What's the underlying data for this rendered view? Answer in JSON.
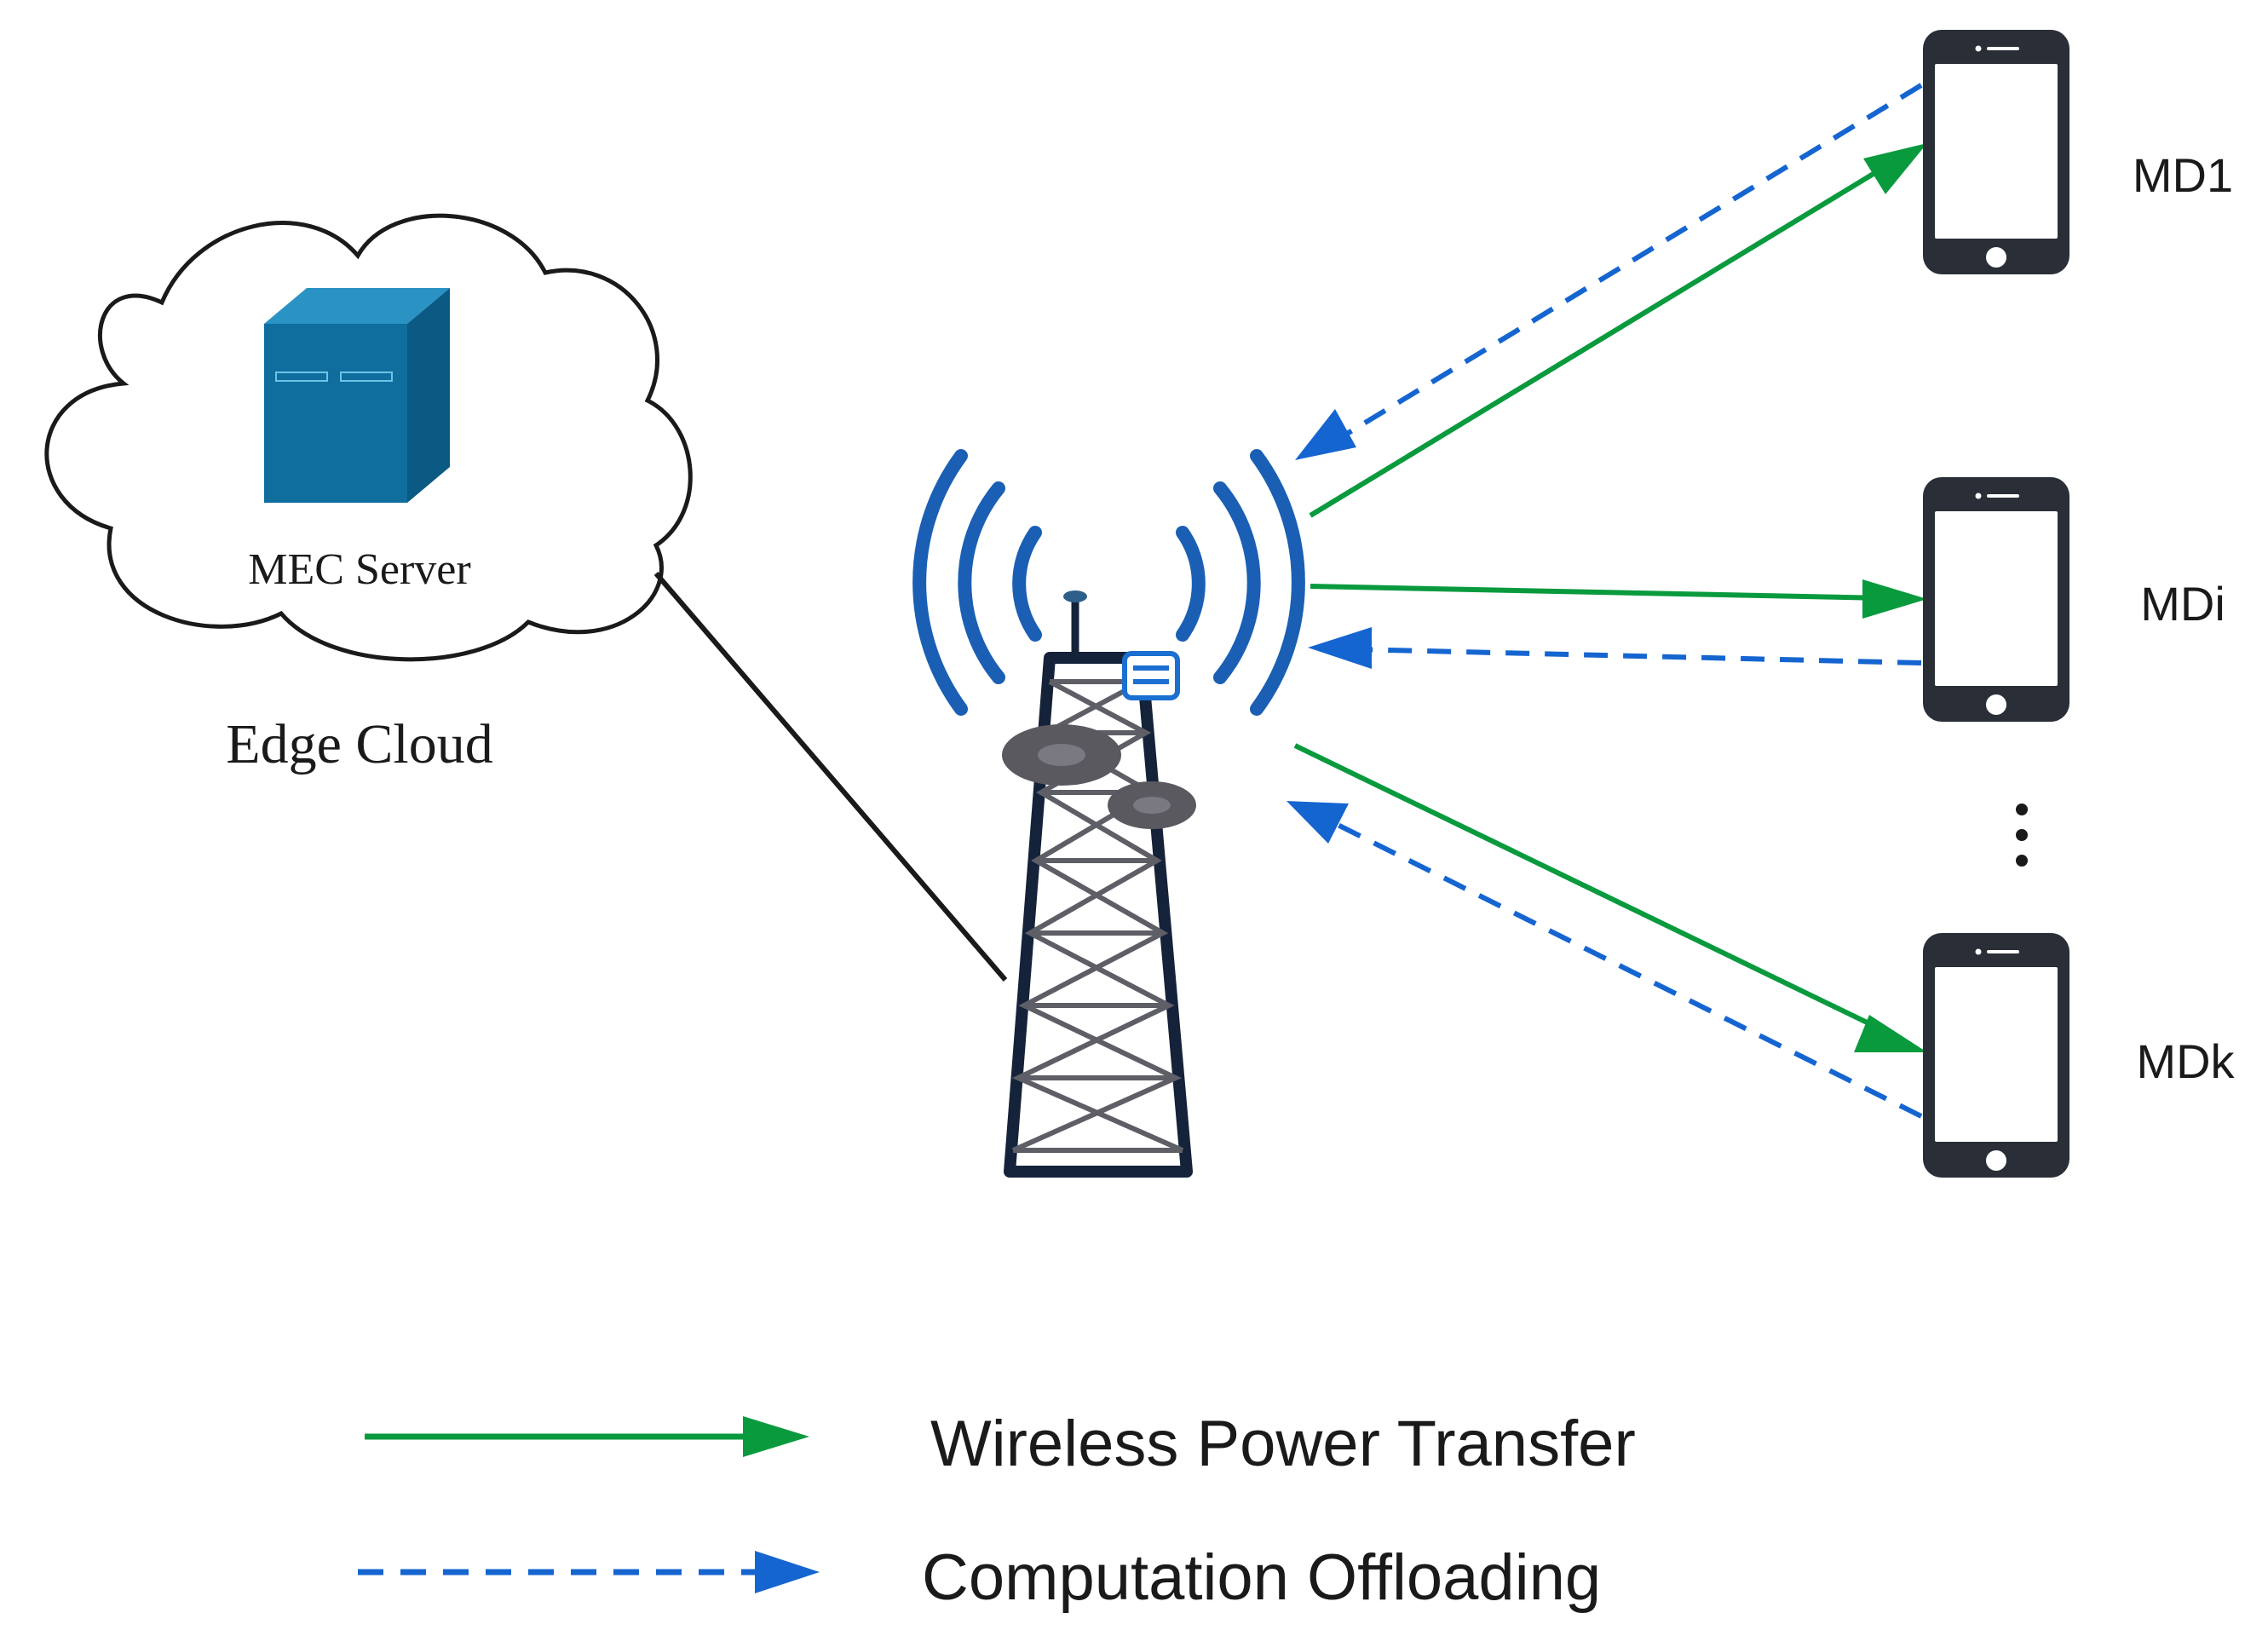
{
  "diagram": {
    "cloud": {
      "server_label": "MEC Server",
      "cloud_label": "Edge Cloud"
    },
    "devices": [
      {
        "label": "MD1"
      },
      {
        "label": "MDi"
      },
      {
        "label": "MDk"
      }
    ],
    "legend": {
      "power_transfer": "Wireless Power Transfer",
      "offloading": "Computation Offloading"
    }
  },
  "colors": {
    "power_transfer": "#0a9a3e",
    "offloading": "#1565d0",
    "tower": "#14233a",
    "signal": "#1a5fb4",
    "server": "#1478a8"
  },
  "icons": [
    "cloud-icon",
    "server-icon",
    "tower-icon",
    "signal-wave-icon",
    "phone-icon",
    "vertical-ellipsis-icon"
  ]
}
